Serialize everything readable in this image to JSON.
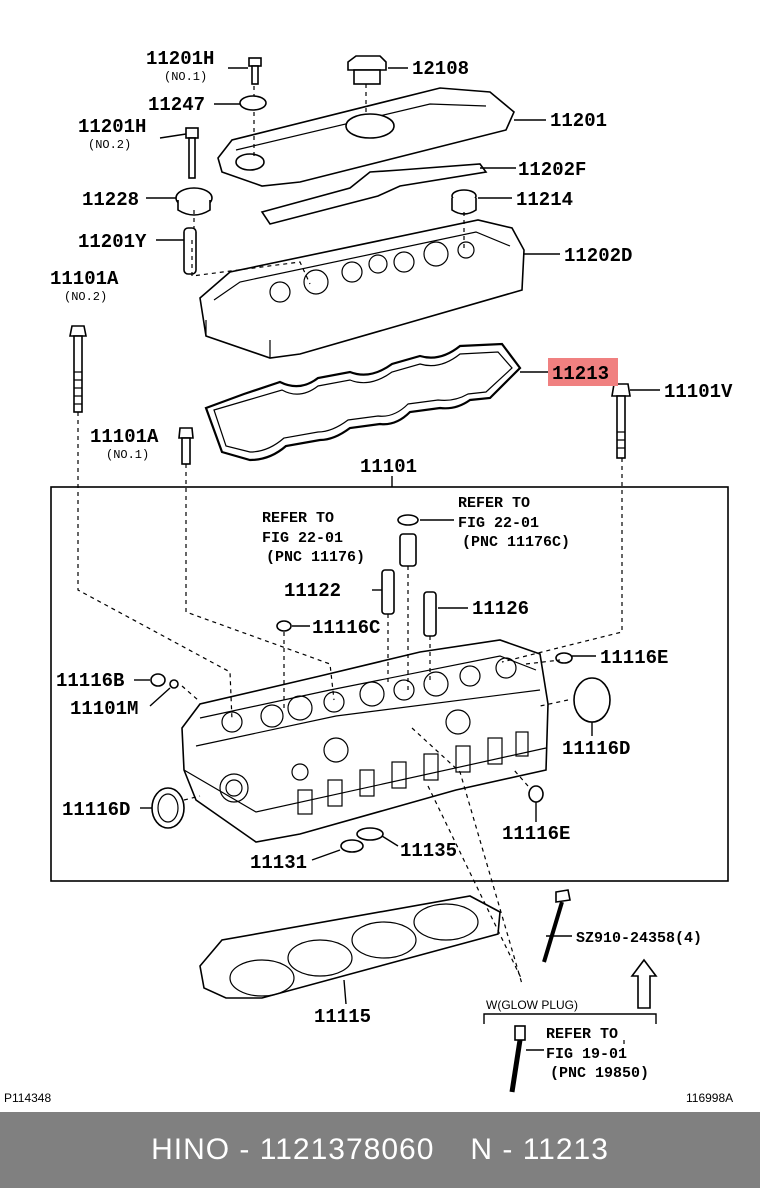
{
  "labels": {
    "p11201h_1": "11201H",
    "p11201h_1_note": "(NO.1)",
    "p12108": "12108",
    "p11247": "11247",
    "p11201": "11201",
    "p11201h_2": "11201H",
    "p11201h_2_note": "(NO.2)",
    "p11202f": "11202F",
    "p11228": "11228",
    "p11214": "11214",
    "p11201y": "11201Y",
    "p11202d": "11202D",
    "p11101a_2": "11101A",
    "p11101a_2_note": "(NO.2)",
    "p11213": "11213",
    "p11101v": "11101V",
    "p11101a_1": "11101A",
    "p11101a_1_note": "(NO.1)",
    "p11101": "11101",
    "p11122": "11122",
    "p11126": "11126",
    "p11116c": "11116C",
    "p11116e_top": "11116E",
    "p11116b": "11116B",
    "p11101m": "11101M",
    "p11116d_right": "11116D",
    "p11116d_left": "11116D",
    "p11116e_bottom": "11116E",
    "p11131": "11131",
    "p11135": "11135",
    "psz910": "SZ910-24358(4)",
    "p11115": "11115"
  },
  "refs": {
    "ref_a_1": "REFER TO",
    "ref_a_2": "FIG 22-01",
    "ref_a_3": "(PNC 11176)",
    "ref_b_1": "REFER TO",
    "ref_b_2": "FIG 22-01",
    "ref_b_3": "(PNC 11176C)",
    "ref_c_1": "REFER TO",
    "ref_c_2": "FIG 19-01",
    "ref_c_3": "(PNC 19850)"
  },
  "glow_plug_label": "W(GLOW PLUG)",
  "page_code_left": "P114348",
  "page_code_right": "116998A",
  "highlight_color": "#f08080",
  "footer": {
    "brand_part": "HINO - 1121378060",
    "pnc": "N - 11213"
  }
}
